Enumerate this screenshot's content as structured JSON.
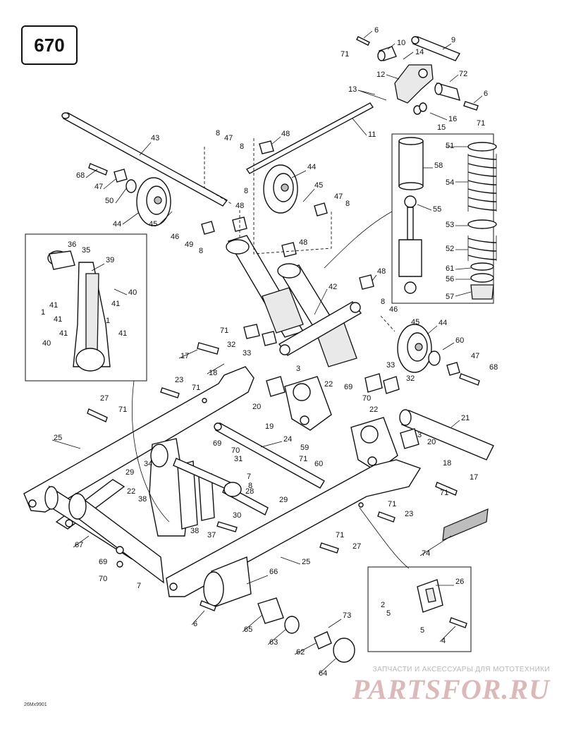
{
  "page_number": "670",
  "drawing_code": "26Mx9901",
  "watermark": {
    "tagline": "ЗАПЧАСТИ И АКСЕССУАРЫ ДЛЯ МОТОТЕХНИКИ",
    "logo": "PARTSFOR.RU"
  },
  "callouts": {
    "c1": "1",
    "c2": "2",
    "c3": "3",
    "c4": "4",
    "c5": "5",
    "c6": "6",
    "c7": "7",
    "c8": "8",
    "c9": "9",
    "c10": "10",
    "c11": "11",
    "c12": "12",
    "c13": "13",
    "c14": "14",
    "c15": "15",
    "c16": "16",
    "c17": "17",
    "c18": "18",
    "c19": "19",
    "c20": "20",
    "c21": "21",
    "c22": "22",
    "c23": "23",
    "c24": "24",
    "c25": "25",
    "c26": "26",
    "c27": "27",
    "c28": "28",
    "c29": "29",
    "c30": "30",
    "c31": "31",
    "c32": "32",
    "c33": "33",
    "c34": "34",
    "c35": "35",
    "c36": "36",
    "c37": "37",
    "c38": "38",
    "c39": "39",
    "c40": "40",
    "c41": "41",
    "c42": "42",
    "c43": "43",
    "c44": "44",
    "c45": "45",
    "c46": "46",
    "c47": "47",
    "c48": "48",
    "c49": "49",
    "c50": "50",
    "c51": "51",
    "c52": "52",
    "c53": "53",
    "c54": "54",
    "c55": "55",
    "c56": "56",
    "c57": "57",
    "c58": "58",
    "c59": "59",
    "c60": "60",
    "c61": "61",
    "c62": "62",
    "c63": "63",
    "c64": "64",
    "c65": "65",
    "c66": "66",
    "c67": "67",
    "c68": "68",
    "c69": "69",
    "c70": "70",
    "c71": "71",
    "c72": "72",
    "c73": "73",
    "c74": "74"
  }
}
